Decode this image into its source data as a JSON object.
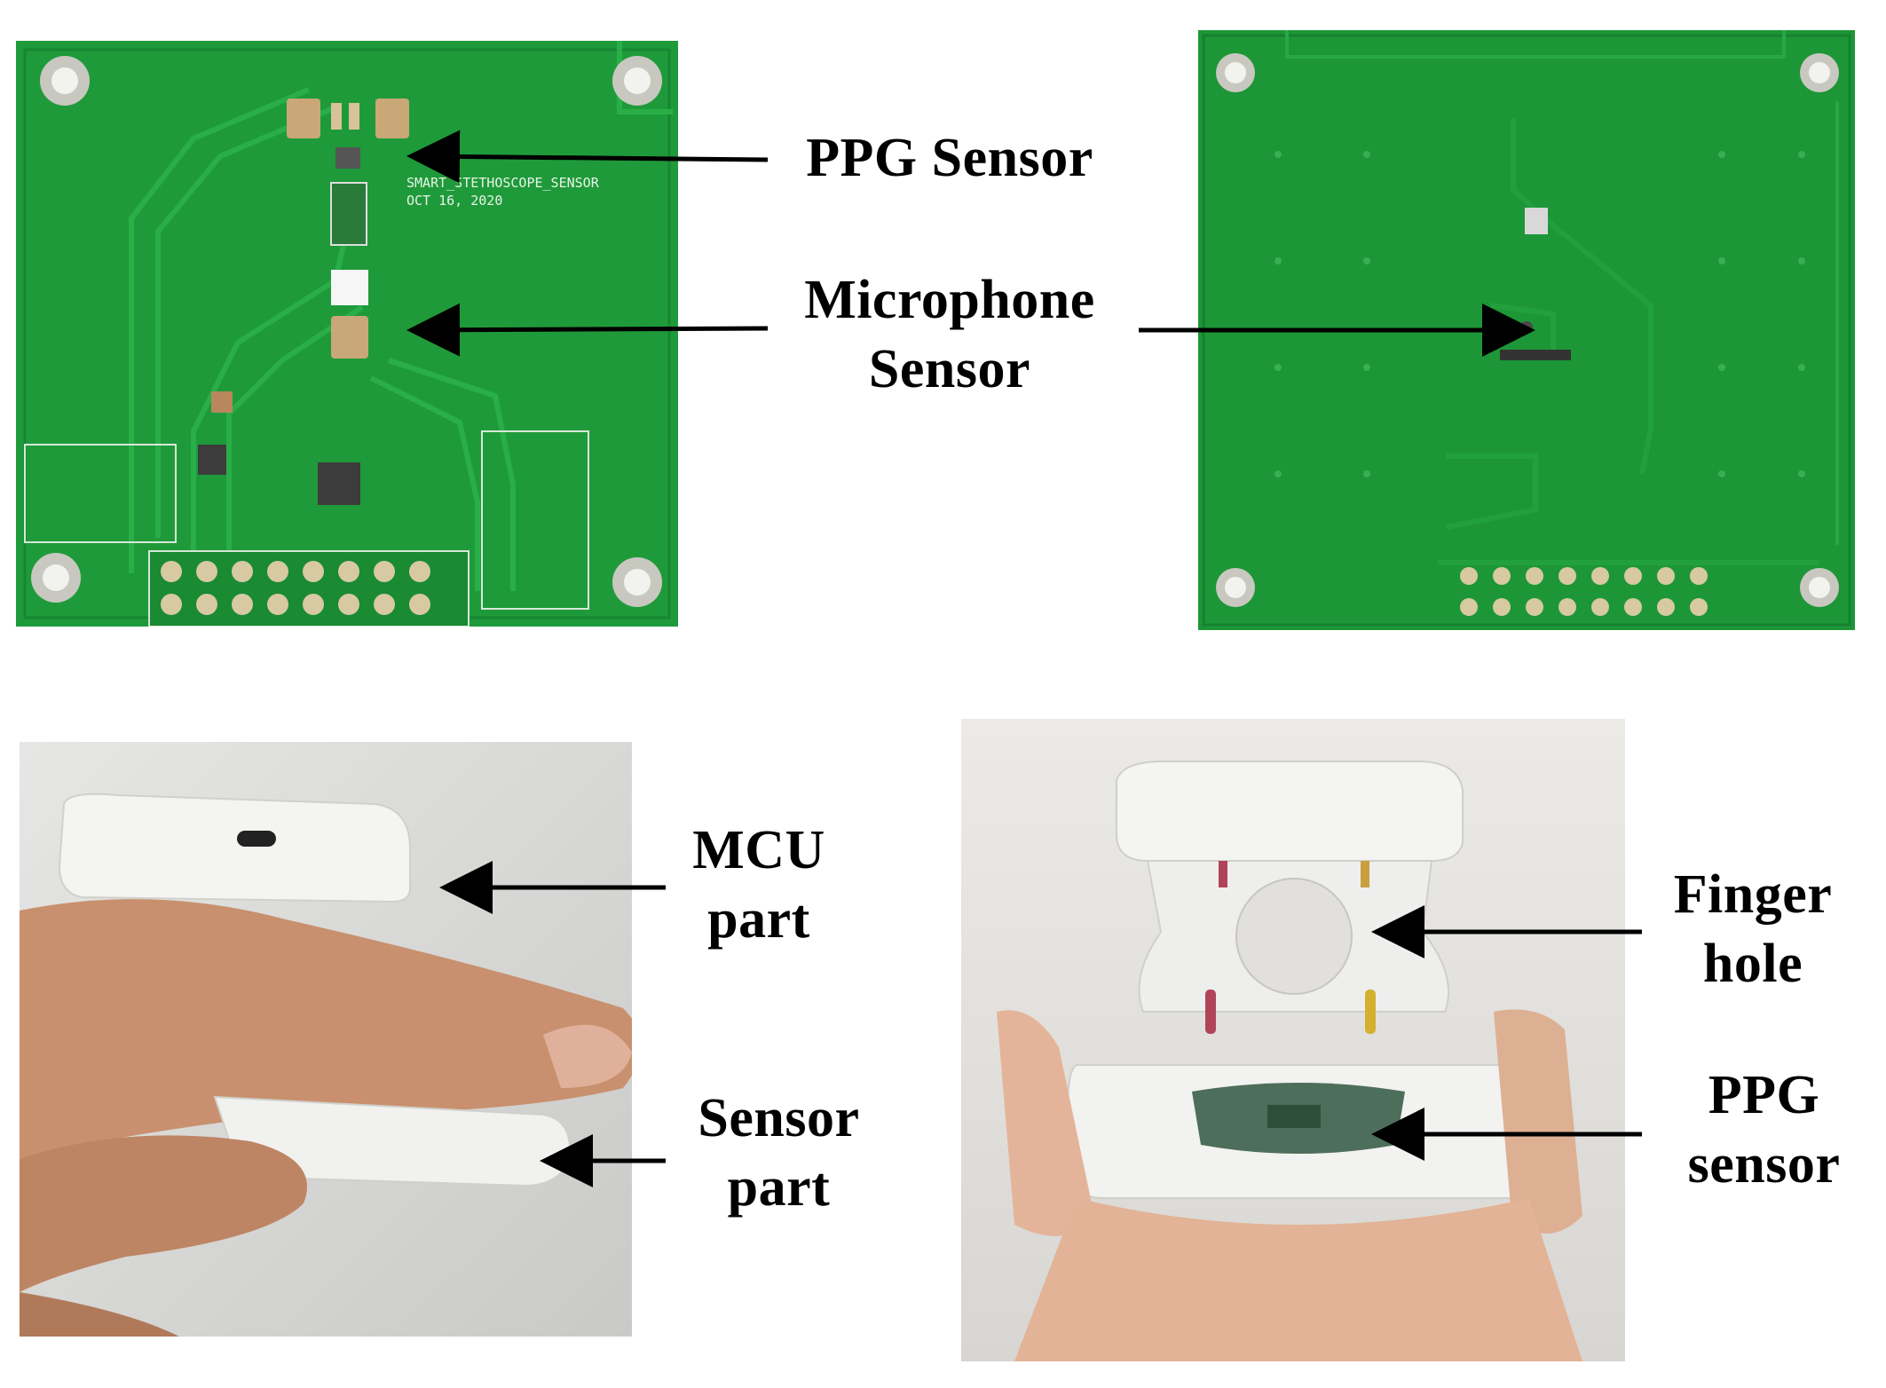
{
  "labels": {
    "ppg_sensor_top": "PPG Sensor",
    "microphone_sensor": "Microphone\nSensor",
    "mcu_part": "MCU\npart",
    "sensor_part": "Sensor\npart",
    "finger_hole": "Finger\nhole",
    "ppg_sensor_bottom": "PPG\nsensor"
  },
  "pcb_silkscreen": {
    "name": "SMART_STETHOSCOPE_SENSOR",
    "date": "OCT 16, 2020"
  },
  "colors": {
    "pcb_green": "#1f9a3a",
    "pcb_green_dark": "#137a2a",
    "photo_bg_left": "#d8d8d6",
    "photo_bg_right": "#e4e3df",
    "device_white": "#f4f4f2",
    "skin": "#c8906e"
  }
}
